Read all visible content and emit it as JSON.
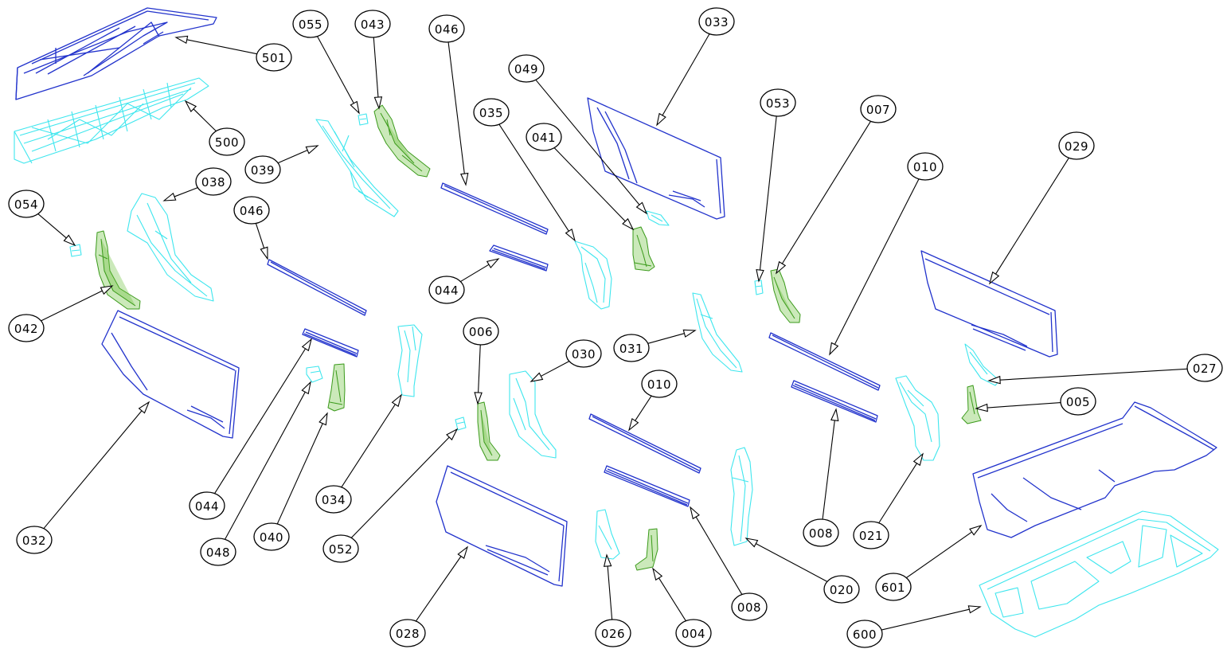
{
  "colors": {
    "outer_panel": "#2233cc",
    "inner_panel": "#3ee6ee",
    "reinforcement": "#3a9a1a",
    "leader": "#000000"
  },
  "callouts": [
    {
      "id": "501"
    },
    {
      "id": "500"
    },
    {
      "id": "055"
    },
    {
      "id": "043"
    },
    {
      "id": "046"
    },
    {
      "id": "033"
    },
    {
      "id": "049"
    },
    {
      "id": "035"
    },
    {
      "id": "041"
    },
    {
      "id": "053"
    },
    {
      "id": "007"
    },
    {
      "id": "010"
    },
    {
      "id": "029"
    },
    {
      "id": "038"
    },
    {
      "id": "039"
    },
    {
      "id": "054"
    },
    {
      "id": "046"
    },
    {
      "id": "044"
    },
    {
      "id": "042"
    },
    {
      "id": "006"
    },
    {
      "id": "030"
    },
    {
      "id": "031"
    },
    {
      "id": "010"
    },
    {
      "id": "027"
    },
    {
      "id": "005"
    },
    {
      "id": "032"
    },
    {
      "id": "044"
    },
    {
      "id": "048"
    },
    {
      "id": "040"
    },
    {
      "id": "034"
    },
    {
      "id": "052"
    },
    {
      "id": "008"
    },
    {
      "id": "021"
    },
    {
      "id": "601"
    },
    {
      "id": "020"
    },
    {
      "id": "028"
    },
    {
      "id": "026"
    },
    {
      "id": "004"
    },
    {
      "id": "008"
    },
    {
      "id": "600"
    }
  ]
}
